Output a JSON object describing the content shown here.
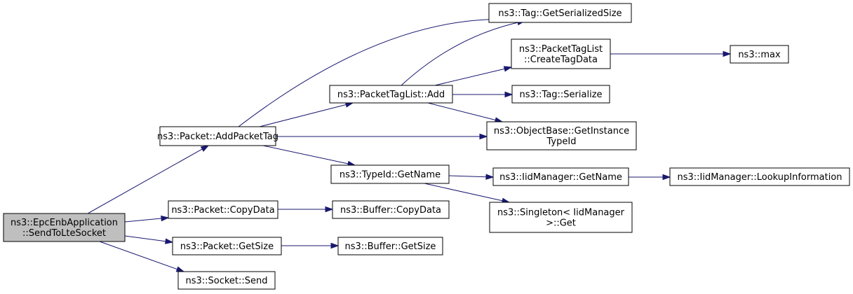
{
  "diagram": {
    "edge_color": "#191970",
    "root_fill": "#bfbfbf",
    "nodes": [
      {
        "id": "root",
        "lines": [
          "ns3::EpcEnbApplication",
          "::SendToLteSocket"
        ],
        "root": true
      },
      {
        "id": "addPacketTag",
        "lines": [
          "ns3::Packet::AddPacketTag"
        ]
      },
      {
        "id": "packetCopyData",
        "lines": [
          "ns3::Packet::CopyData"
        ]
      },
      {
        "id": "packetGetSize",
        "lines": [
          "ns3::Packet::GetSize"
        ]
      },
      {
        "id": "socketSend",
        "lines": [
          "ns3::Socket::Send"
        ]
      },
      {
        "id": "tagListAdd",
        "lines": [
          "ns3::PacketTagList::Add"
        ]
      },
      {
        "id": "typeIdGetName",
        "lines": [
          "ns3::TypeId::GetName"
        ]
      },
      {
        "id": "bufferCopyData",
        "lines": [
          "ns3::Buffer::CopyData"
        ]
      },
      {
        "id": "bufferGetSize",
        "lines": [
          "ns3::Buffer::GetSize"
        ]
      },
      {
        "id": "tagGetSerializedSize",
        "lines": [
          "ns3::Tag::GetSerializedSize"
        ]
      },
      {
        "id": "createTagData",
        "lines": [
          "ns3::PacketTagList",
          "::CreateTagData"
        ]
      },
      {
        "id": "tagSerialize",
        "lines": [
          "ns3::Tag::Serialize"
        ]
      },
      {
        "id": "getInstanceTypeId",
        "lines": [
          "ns3::ObjectBase::GetInstance",
          "TypeId"
        ]
      },
      {
        "id": "iidGetName",
        "lines": [
          "ns3::IidManager::GetName"
        ]
      },
      {
        "id": "singletonGet",
        "lines": [
          "ns3::Singleton< IidManager",
          ">::Get"
        ]
      },
      {
        "id": "max",
        "lines": [
          "ns3::max"
        ]
      },
      {
        "id": "lookupInformation",
        "lines": [
          "ns3::IidManager::LookupInformation"
        ]
      }
    ],
    "edges": [
      {
        "from": "root",
        "to": "addPacketTag"
      },
      {
        "from": "root",
        "to": "packetCopyData"
      },
      {
        "from": "root",
        "to": "packetGetSize"
      },
      {
        "from": "root",
        "to": "socketSend"
      },
      {
        "from": "addPacketTag",
        "to": "tagGetSerializedSize"
      },
      {
        "from": "addPacketTag",
        "to": "tagListAdd"
      },
      {
        "from": "addPacketTag",
        "to": "getInstanceTypeId"
      },
      {
        "from": "addPacketTag",
        "to": "typeIdGetName"
      },
      {
        "from": "tagListAdd",
        "to": "tagGetSerializedSize"
      },
      {
        "from": "tagListAdd",
        "to": "createTagData"
      },
      {
        "from": "tagListAdd",
        "to": "tagSerialize"
      },
      {
        "from": "tagListAdd",
        "to": "getInstanceTypeId"
      },
      {
        "from": "createTagData",
        "to": "max"
      },
      {
        "from": "typeIdGetName",
        "to": "iidGetName"
      },
      {
        "from": "typeIdGetName",
        "to": "singletonGet"
      },
      {
        "from": "iidGetName",
        "to": "lookupInformation"
      },
      {
        "from": "packetCopyData",
        "to": "bufferCopyData"
      },
      {
        "from": "packetGetSize",
        "to": "bufferGetSize"
      }
    ]
  }
}
